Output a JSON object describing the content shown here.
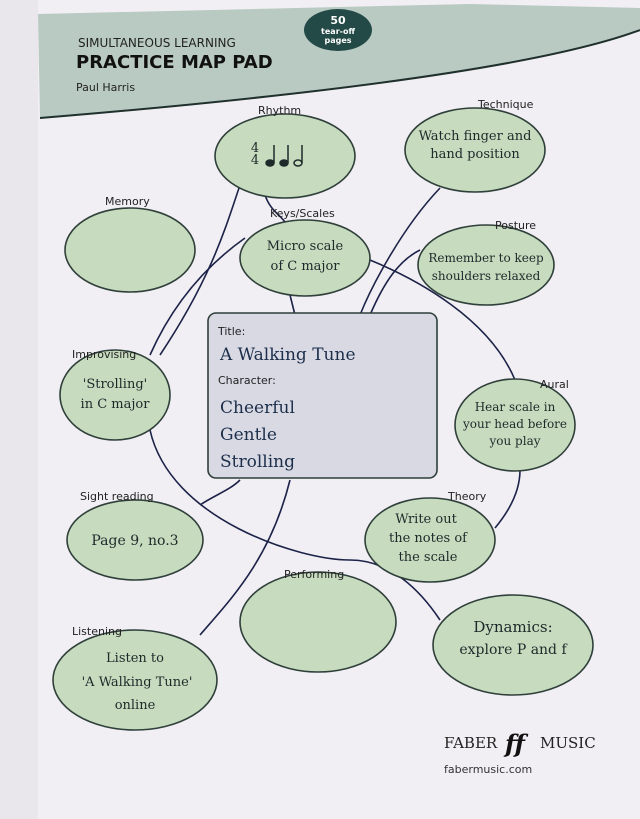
{
  "header": {
    "series": "SIMULTANEOUS LEARNING",
    "title": "PRACTICE MAP PAD",
    "author": "Paul Harris",
    "badge": [
      "50",
      "tear-off",
      "pages"
    ]
  },
  "bubbles": {
    "rhythm": {
      "label": "Rhythm",
      "text": [
        "4",
        "4"
      ]
    },
    "technique": {
      "label": "Technique",
      "text": [
        "Watch finger and",
        "hand position"
      ]
    },
    "memory": {
      "label": "Memory",
      "text": []
    },
    "keys": {
      "label": "Keys/Scales",
      "text": [
        "Micro scale",
        "of C major"
      ]
    },
    "posture": {
      "label": "Posture",
      "text": [
        "Remember to keep",
        "shoulders relaxed"
      ]
    },
    "improvising": {
      "label": "Improvising",
      "text": [
        "'Strolling'",
        "in C major"
      ]
    },
    "aural": {
      "label": "Aural",
      "text": [
        "Hear scale in",
        "your head before",
        "you play"
      ]
    },
    "sight": {
      "label": "Sight reading",
      "text": [
        "Page 9, no.3"
      ]
    },
    "theory": {
      "label": "Theory",
      "text": [
        "Write out",
        "the notes of",
        "the scale"
      ]
    },
    "performing": {
      "label": "Performing",
      "text": []
    },
    "listening": {
      "label": "Listening",
      "text": [
        "Listen to",
        "'A Walking Tune'",
        "online"
      ]
    },
    "dynamics": {
      "label": "Dynamics:",
      "text": [
        "explore P and f"
      ]
    }
  },
  "center": {
    "title_label": "Title:",
    "title": "A Walking Tune",
    "character_label": "Character:",
    "character": [
      "Cheerful",
      "Gentle",
      "Strolling"
    ]
  },
  "footer": {
    "brand_left": "FABER",
    "brand_mark": "ff",
    "brand_right": "MUSIC",
    "url": "fabermusic.com"
  },
  "colors": {
    "bubble": "#c7dbbf",
    "header": "#b9cac2",
    "badge": "#234a47"
  }
}
